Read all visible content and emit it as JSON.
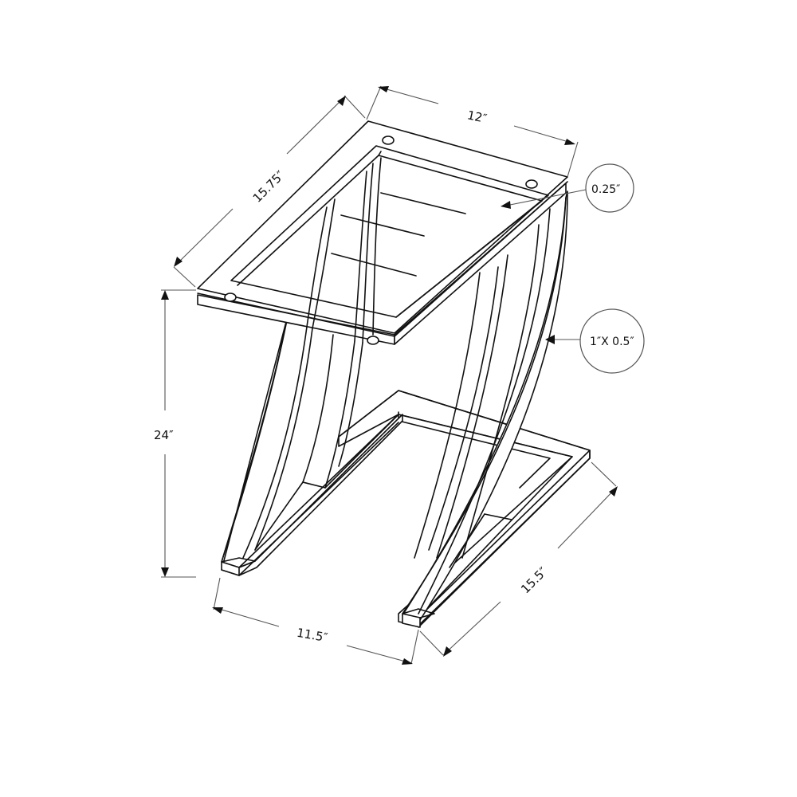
{
  "diagram": {
    "subject": "Z-shaped glass-top accent table line drawing",
    "dimensions": {
      "top_width": "12″",
      "top_depth": "15.75″",
      "height": "24″",
      "base_width": "11.5″",
      "base_depth": "15.5″"
    },
    "callouts": {
      "glass_thickness": "0.25″",
      "frame_tube": "1″X 0.5″"
    },
    "colors": {
      "line": "#111111",
      "dimension_line": "#555555",
      "background": "#ffffff"
    }
  }
}
